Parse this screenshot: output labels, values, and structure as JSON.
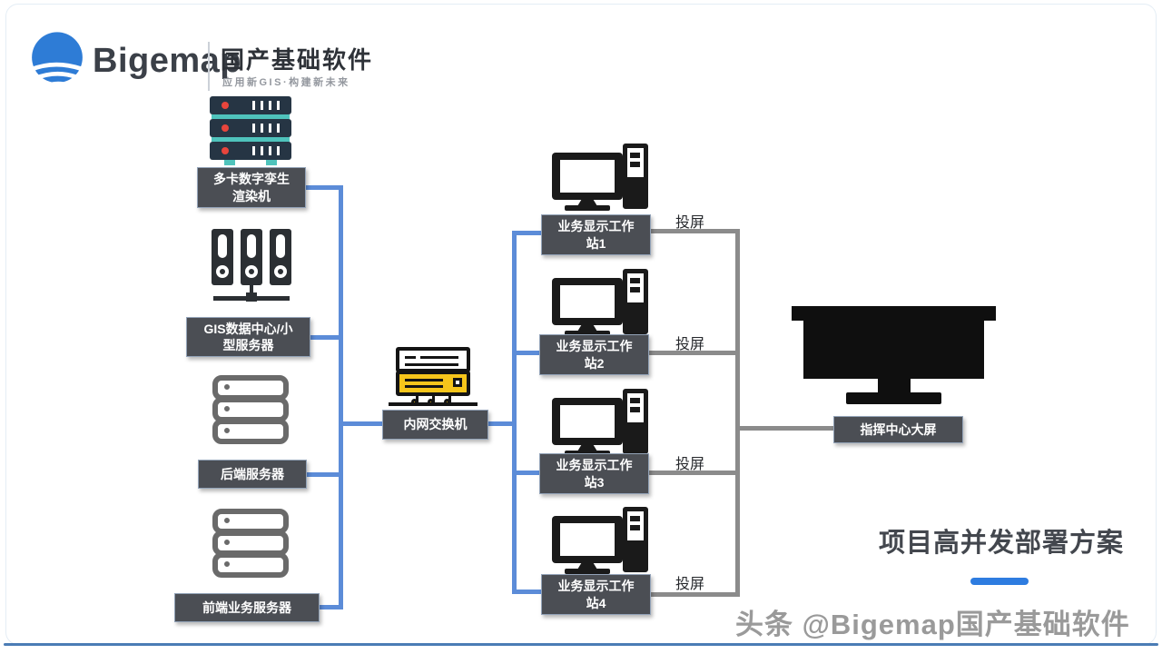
{
  "header": {
    "brand": "Bigemap",
    "brand_title": "国产基础软件",
    "brand_subtitle": "应用新GIS·构建新未来",
    "logo_icon": "bigemap-globe-icon"
  },
  "diagram": {
    "left_nodes": [
      {
        "icon": "server-rack-icon",
        "label": "多卡数字孪生\n渲染机"
      },
      {
        "icon": "tower-servers-icon",
        "label": "GIS数据中心/小\n型服务器"
      },
      {
        "icon": "server-stack-icon",
        "label": "后端服务器"
      },
      {
        "icon": "server-stack-icon",
        "label": "前端业务服务器"
      }
    ],
    "switch_node": {
      "icon": "network-switch-icon",
      "label": "内网交换机"
    },
    "workstations": [
      {
        "icon": "workstation-icon",
        "label": "业务显示工作\n站1",
        "cast_label": "投屏"
      },
      {
        "icon": "workstation-icon",
        "label": "业务显示工作\n站2",
        "cast_label": "投屏"
      },
      {
        "icon": "workstation-icon",
        "label": "业务显示工作\n站3",
        "cast_label": "投屏"
      },
      {
        "icon": "workstation-icon",
        "label": "业务显示工作\n站4",
        "cast_label": "投屏"
      }
    ],
    "big_screen": {
      "icon": "large-display-icon",
      "label": "指挥中心大屏"
    }
  },
  "footer": {
    "title": "项目高并发部署方案",
    "watermark": "头条 @Bigemap国产基础软件"
  },
  "colors": {
    "link_blue": "#5c8cd8",
    "link_gray": "#8b8b8b",
    "label_box_bg": "#4b4e54",
    "switch_yellow": "#f6c51b",
    "brand_blue": "#2e7cd6",
    "rack_dark": "#263544",
    "rack_teal": "#4fc3bc",
    "rack_red": "#e8453c",
    "title_underline": "#2e7ce0",
    "bottom_border": "#4b7cb5"
  }
}
